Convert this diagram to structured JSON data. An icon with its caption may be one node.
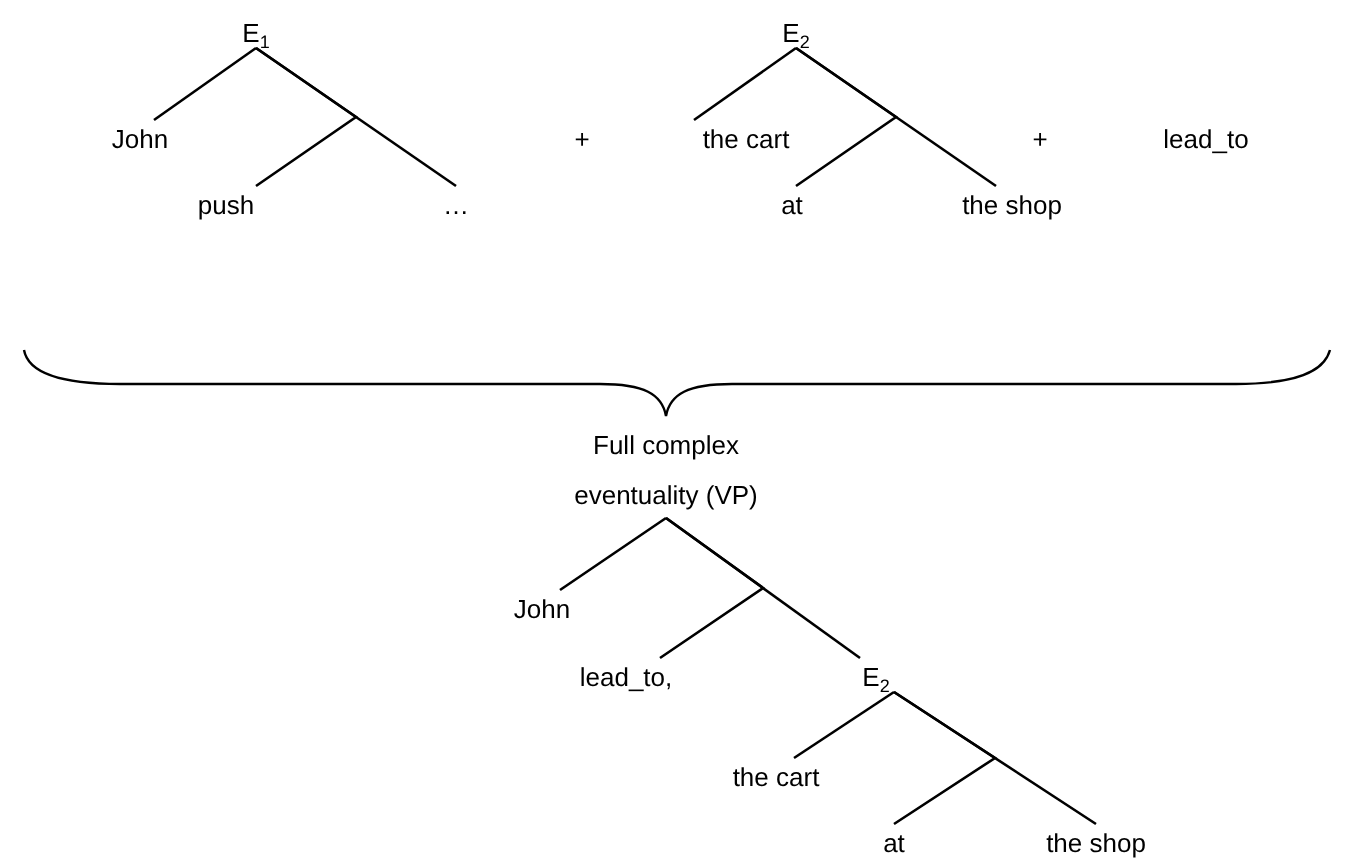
{
  "diagram": {
    "nodes": [
      {
        "text": [
          "E$_{1}$"
        ]
      },
      {
        "text": [
          "John"
        ]
      },
      {
        "text": [
          "push"
        ]
      },
      {
        "text": [
          "…"
        ]
      },
      {
        "text": [
          "E$_{2}$"
        ]
      },
      {
        "text": [
          "the cart"
        ]
      },
      {
        "text": [
          "at"
        ]
      },
      {
        "text": [
          "the shop"
        ]
      },
      {
        "text": [
          "Full complex eventuality (VP)"
        ]
      },
      {
        "text": [
          "John"
        ]
      },
      {
        "text": [
          "lead_to,"
        ]
      },
      {
        "text": [
          "E$_{2}$"
        ]
      },
      {
        "text": [
          "the cart"
        ]
      },
      {
        "text": [
          "at"
        ]
      },
      {
        "text": [
          "the shop"
        ]
      }
    ],
    "edges": [
      {
        "from": 0,
        "to": 1,
        "arrow": "none"
      },
      {
        "from": 0,
        "to": 2,
        "arrow": "none"
      },
      {
        "from": 0,
        "to": 3,
        "arrow": "none"
      },
      {
        "from": 4,
        "to": 5,
        "arrow": "none"
      },
      {
        "from": 4,
        "to": 6,
        "arrow": "none"
      },
      {
        "from": 4,
        "to": 7,
        "arrow": "none"
      },
      {
        "from": 8,
        "to": 9,
        "arrow": "none"
      },
      {
        "from": 8,
        "to": 10,
        "arrow": "none"
      },
      {
        "from": 8,
        "to": 11,
        "arrow": "none"
      },
      {
        "from": 11,
        "to": 12,
        "arrow": "none"
      },
      {
        "from": 11,
        "to": 13,
        "arrow": "none"
      },
      {
        "from": 11,
        "to": 14,
        "arrow": "none"
      }
    ],
    "labels": [
      "+",
      "+",
      "lead_to"
    ]
  }
}
